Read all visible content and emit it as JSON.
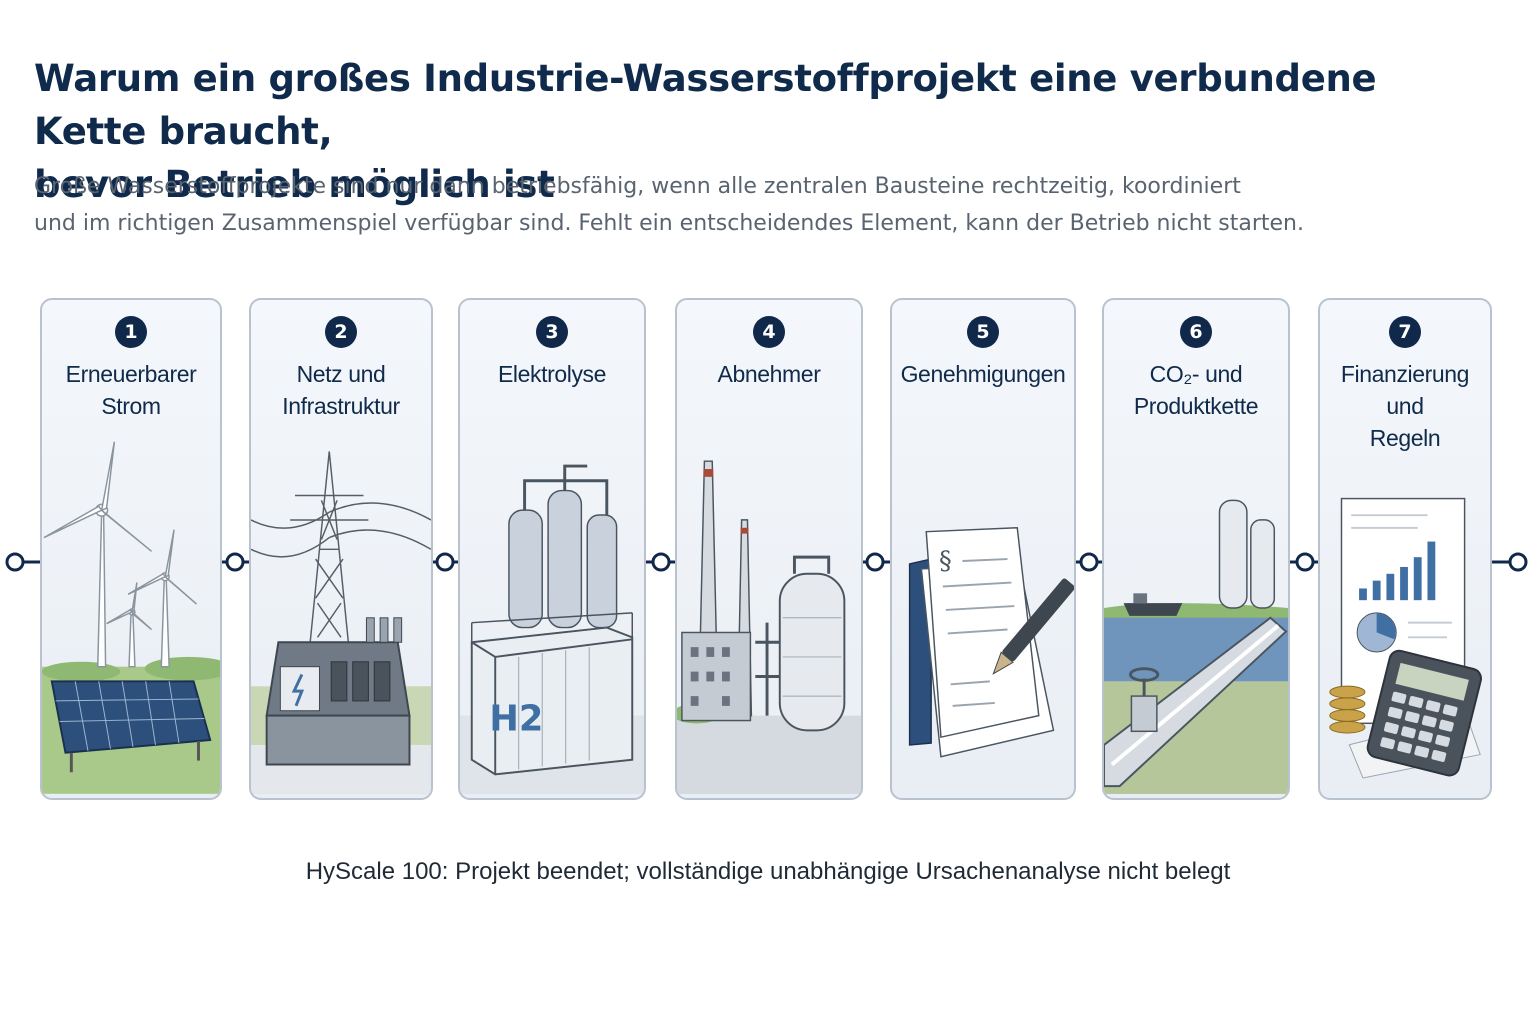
{
  "header": {
    "title_line1": "Warum ein großes Industrie-Wasserstoffprojekt eine verbundene Kette braucht,",
    "title_line2": "bevor Betrieb möglich ist",
    "subtitle_line1": "Große Wasserstoffprojekte sind nur dann betriebsfähig, wenn alle zentralen Bausteine rechtzeitig, koordiniert",
    "subtitle_line2": "und im richtigen Zusammenspiel verfügbar sind. Fehlt ein entscheidendes Element, kann der Betrieb nicht starten."
  },
  "steps": [
    {
      "number": "1",
      "line1": "Erneuerbarer",
      "line2": "Strom",
      "icon": "wind-solar-icon"
    },
    {
      "number": "2",
      "line1": "Netz und",
      "line2": "Infrastruktur",
      "icon": "power-grid-icon"
    },
    {
      "number": "3",
      "line1": "Elektrolyse",
      "line2": "",
      "icon": "electrolyzer-icon",
      "tag": "H2"
    },
    {
      "number": "4",
      "line1": "Abnehmer",
      "line2": "",
      "icon": "factory-icon"
    },
    {
      "number": "5",
      "line1": "Genehmigungen",
      "line2": "",
      "icon": "permit-document-icon",
      "tag": "§"
    },
    {
      "number": "6",
      "line1": "CO₂- und",
      "line2": "Produktkette",
      "icon": "pipeline-icon"
    },
    {
      "number": "7",
      "line1": "Finanzierung und",
      "line2": "Regeln",
      "icon": "finance-calculator-icon"
    }
  ],
  "footer": "HyScale 100: Projekt beendet; vollständige unabhängige Ursachenanalyse nicht belegt",
  "colors": {
    "navy": "#10284a",
    "card_border": "#b8c3cf",
    "accent_blue": "#3f6fa3"
  }
}
